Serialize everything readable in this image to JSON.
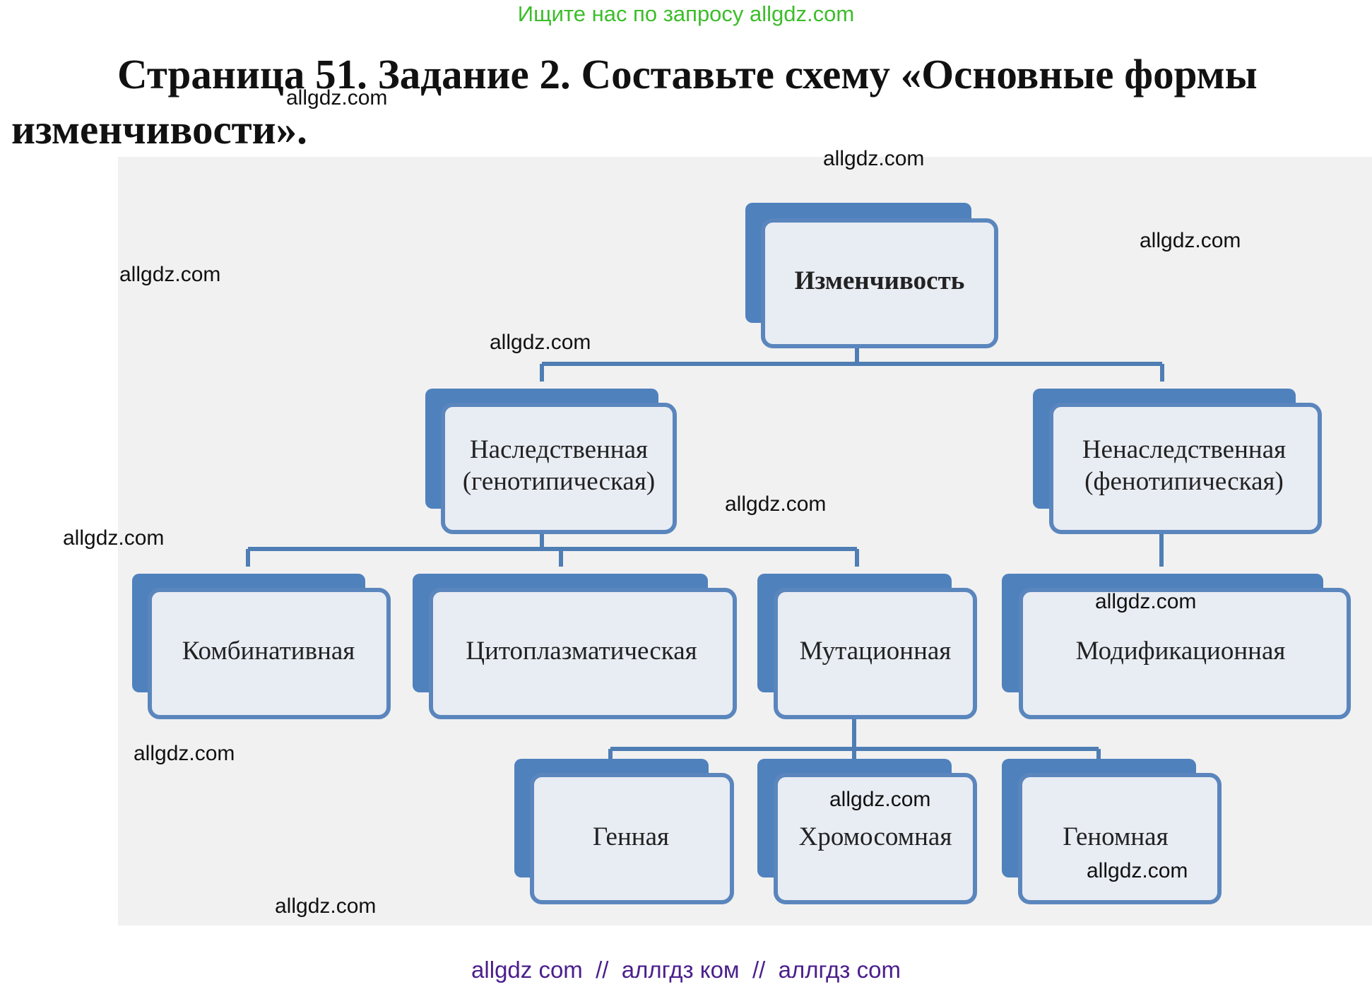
{
  "header": {
    "search_hint": "Ищите нас по запросу allgdz.com"
  },
  "title": "Страница 51. Задание 2. Составьте схему «Основные формы изменчивости».",
  "diagram": {
    "root": "Изменчивость",
    "hereditary": [
      "Наследственная",
      "(генотипическая)"
    ],
    "nonhereditary": [
      "Ненаследственная",
      "(фенотипическая)"
    ],
    "combinative": "Комбинативная",
    "cytoplasmic": "Цитоплазматическая",
    "mutational": "Мутационная",
    "modification": "Модификационная",
    "gene": "Генная",
    "chromosomal": "Хромосомная",
    "genomic": "Геномная"
  },
  "watermark": "allgdz.com",
  "footer": "allgdz com  //  аллгдз ком  //  аллгдз com",
  "colors": {
    "box_back": "#4f81bd",
    "box_border": "#5a86bd",
    "box_fill": "#e8ecf3",
    "connector": "#4f7eb4",
    "panel": "#f1f1f1",
    "header_link": "#3dbd2b",
    "footer_link": "#4b1f8c"
  }
}
